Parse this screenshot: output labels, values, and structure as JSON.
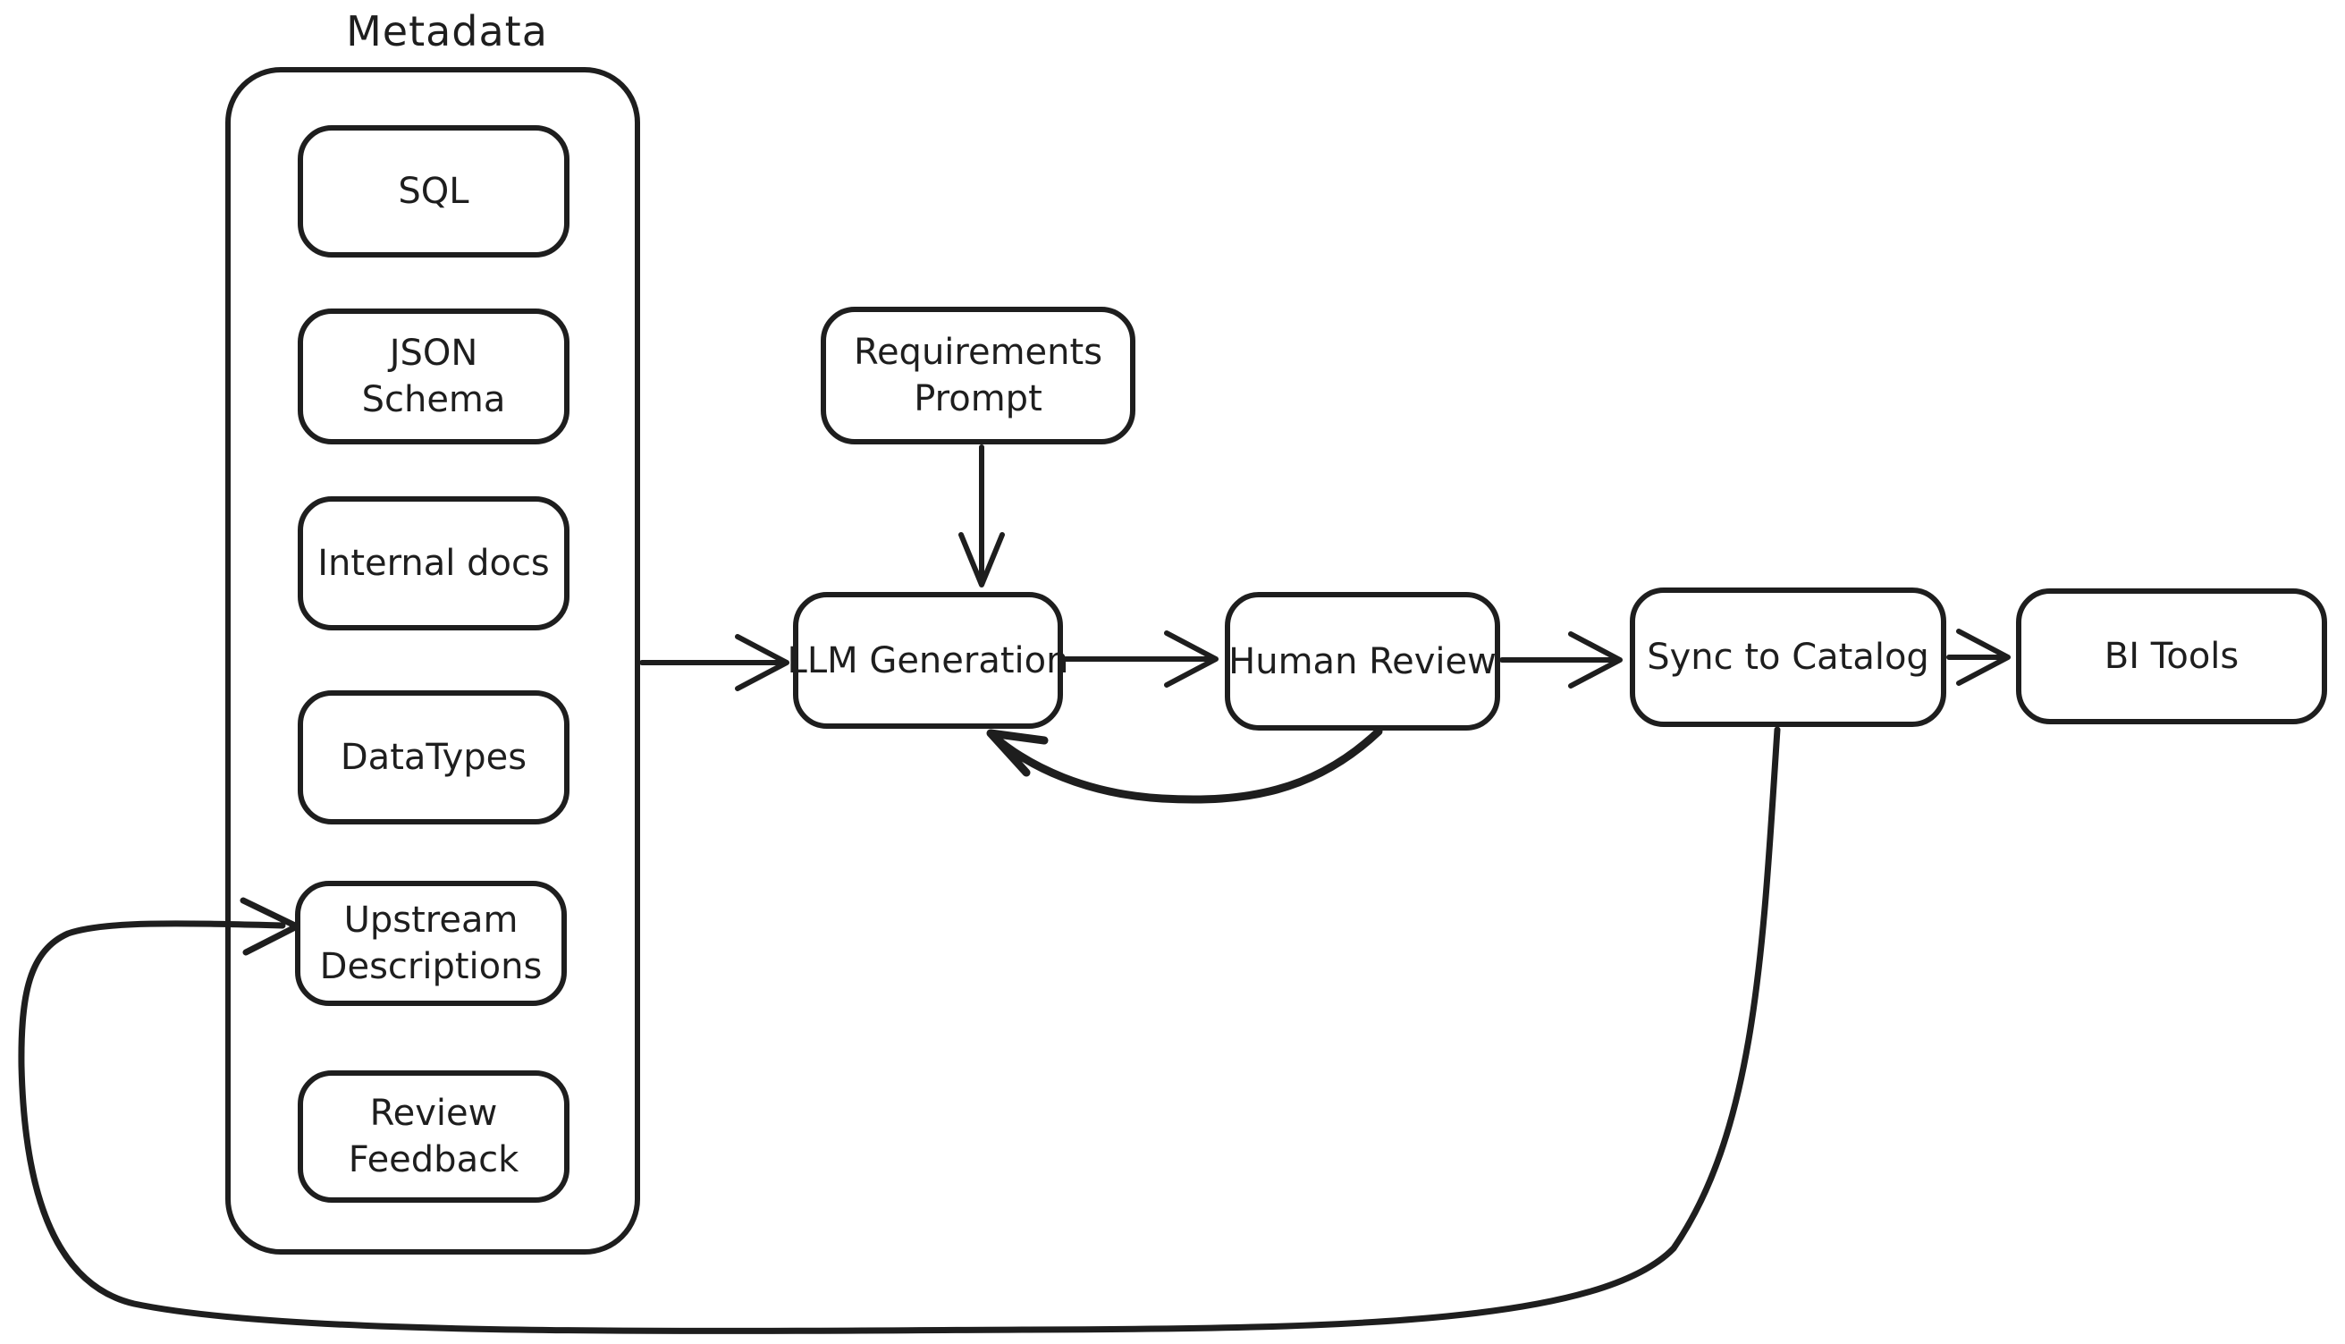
{
  "diagram": {
    "background": "#ffffff",
    "stroke_color": "#1e1e1e",
    "metadata_group": {
      "label": "Metadata",
      "items": [
        "SQL",
        "JSON Schema",
        "Internal docs",
        "DataTypes",
        "Upstream Descriptions",
        "Review Feedback"
      ]
    },
    "nodes": {
      "requirements_prompt": "Requirements Prompt",
      "llm_generation": "LLM Generation",
      "human_review": "Human Review",
      "sync_to_catalog": "Sync to Catalog",
      "bi_tools": "BI Tools"
    },
    "edges": [
      {
        "from": "Metadata",
        "to": "LLM Generation",
        "type": "flow"
      },
      {
        "from": "Requirements Prompt",
        "to": "LLM Generation",
        "type": "flow"
      },
      {
        "from": "LLM Generation",
        "to": "Human Review",
        "type": "flow"
      },
      {
        "from": "Human Review",
        "to": "LLM Generation",
        "type": "feedback"
      },
      {
        "from": "Human Review",
        "to": "Sync to Catalog",
        "type": "flow"
      },
      {
        "from": "Sync to Catalog",
        "to": "BI Tools",
        "type": "flow"
      },
      {
        "from": "Sync to Catalog",
        "to": "Upstream Descriptions",
        "type": "feedback"
      }
    ]
  }
}
